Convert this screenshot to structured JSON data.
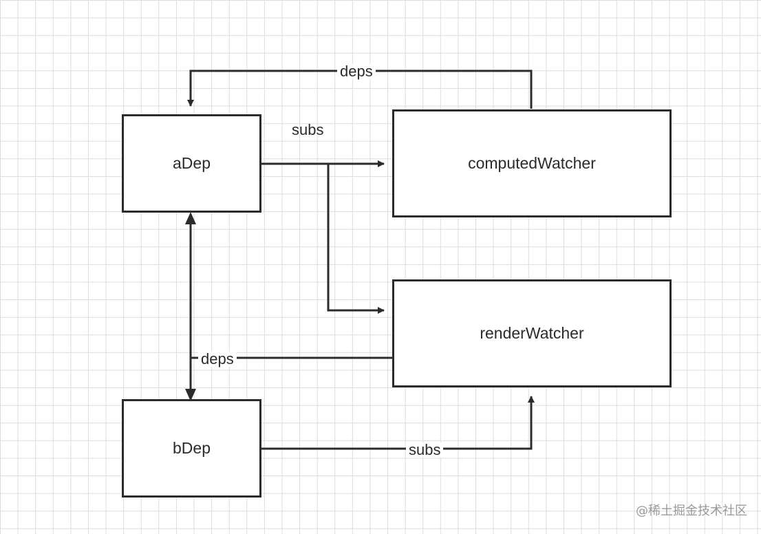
{
  "nodes": {
    "a_dep": "aDep",
    "b_dep": "bDep",
    "computed_watcher": "computedWatcher",
    "render_watcher": "renderWatcher"
  },
  "edges": {
    "deps_top": "deps",
    "subs_top": "subs",
    "deps_middle": "deps",
    "subs_bottom": "subs"
  },
  "watermark": "@稀土掘金技术社区",
  "colors": {
    "stroke": "#2b2b2b",
    "grid": "#dcdcdc",
    "background": "#ffffff",
    "watermark": "#9a9a9a"
  }
}
